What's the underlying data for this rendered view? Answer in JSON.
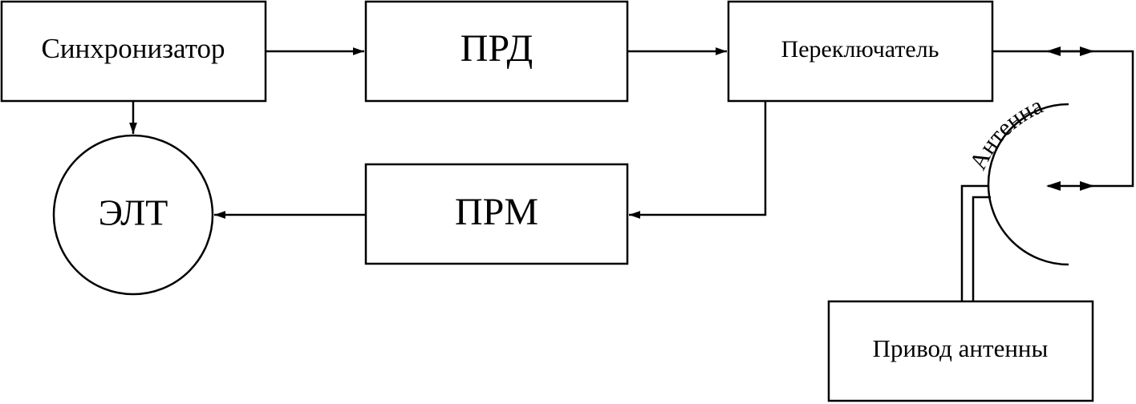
{
  "blocks": {
    "synchronizer": "Синхронизатор",
    "transmitter": "ПРД",
    "switch": "Переключатель",
    "crt": "ЭЛТ",
    "receiver": "ПРМ",
    "antenna_drive": "Привод антенны"
  },
  "antenna_label": "Антенна",
  "colors": {
    "stroke": "#000000",
    "background": "#ffffff"
  }
}
